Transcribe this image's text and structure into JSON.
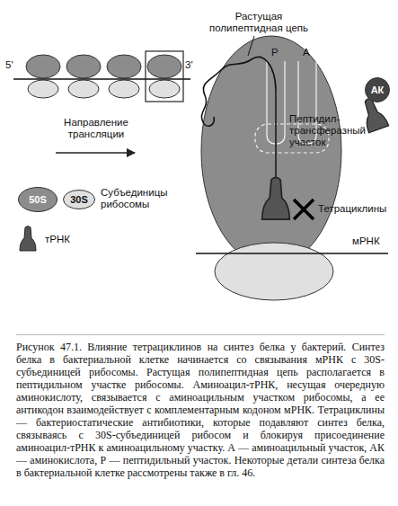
{
  "diagram": {
    "caption": "Рисунок 47.1. Влияние тетрациклинов на синтез белка у бактерий. Синтез белка в бактериальной клетке начинается со связывания мРНК с 30S-субъединицей рибосомы. Растущая полипептидная цепь располагается в пептидильном участке рибосомы. Аминоацил-тРНК, несущая очередную аминокислоту, связывается с аминоацильным участком рибосомы, а ее антикодон взаимодействует с комплементарным кодоном мРНК. Тетрациклины — бактериостатические антибиотики, которые подавляют синтез белка, связываясь с 30S-субъединицей рибосом и блокируя присоединение аминоацил-тРНК к аминоацильному участку. А — аминоацильный участок, АК — аминокислота, Р — пептидильный участок. Некоторые детали синтеза белка в бактериальной клетке рассмотрены также в гл. 46.",
    "nodes": [
      {
        "text": [
          "50S"
        ]
      },
      {
        "text": [
          "30S"
        ]
      },
      {
        "text": [
          "АК"
        ]
      }
    ],
    "labels": [
      "5'",
      "3'",
      "Направление трансляции",
      "Субъединицы рибосомы",
      "Растущая полипептидная цепь",
      "P",
      "A",
      "Пептидил-трансферазный участок",
      "мРНК",
      "Тетрациклины"
    ],
    "legend": [
      {
        "text": "тРНК"
      }
    ]
  }
}
